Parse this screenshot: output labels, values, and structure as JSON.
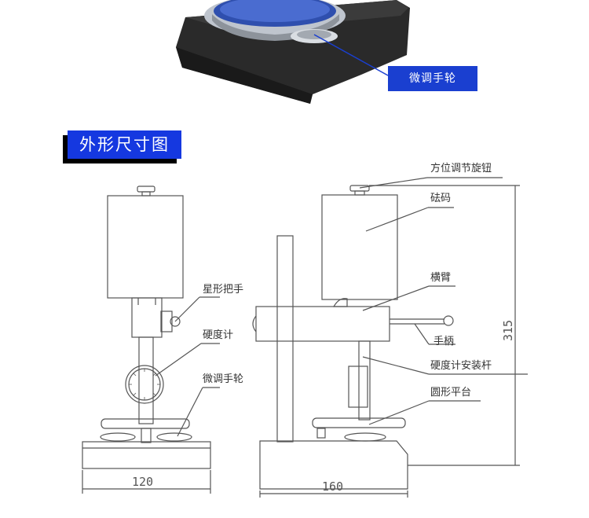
{
  "photo_callout": {
    "label": "微调手轮"
  },
  "section": {
    "title": "外形尺寸图"
  },
  "left_view": {
    "labels": [
      "星形把手",
      "硬度计",
      "微调手轮"
    ],
    "width_dim": "120"
  },
  "right_view": {
    "labels": [
      "方位调节旋钮",
      "砝码",
      "横臂",
      "手柄",
      "硬度计安装杆",
      "圆形平台"
    ],
    "width_dim": "160",
    "height_dim": "315"
  },
  "colors": {
    "accent": "#1538e0",
    "callout": "#1a3fd0",
    "line": "#555555"
  }
}
